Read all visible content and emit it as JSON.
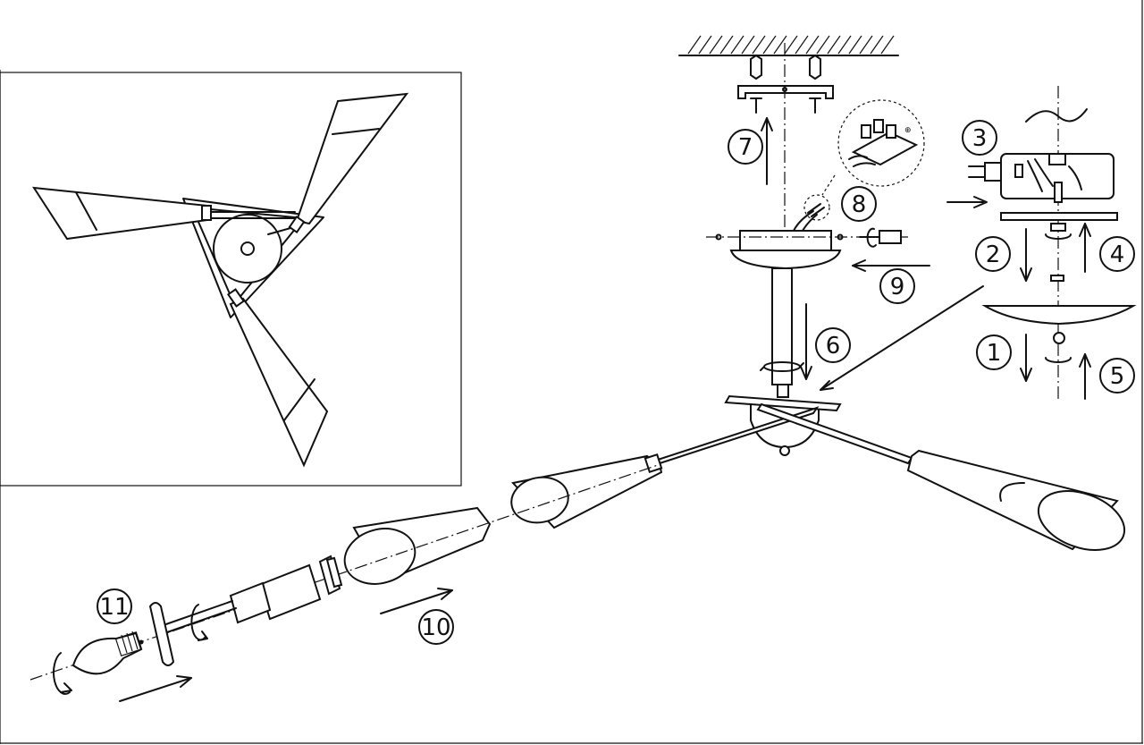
{
  "steps": [
    {
      "label": "1"
    },
    {
      "label": "2"
    },
    {
      "label": "3"
    },
    {
      "label": "4"
    },
    {
      "label": "5"
    },
    {
      "label": "6"
    },
    {
      "label": "7"
    },
    {
      "label": "8"
    },
    {
      "label": "9"
    },
    {
      "label": "10"
    },
    {
      "label": "11"
    }
  ],
  "colors": {
    "line": "#111111",
    "background": "#ffffff"
  }
}
